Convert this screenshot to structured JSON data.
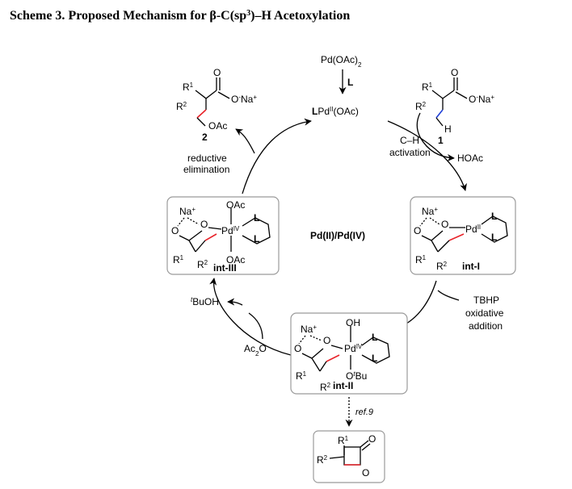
{
  "title": {
    "prefix": "Scheme 3.",
    "text": "Proposed Mechanism for β-C(sp",
    "sup": "3",
    "suffix": ")–H Acetoxylation"
  },
  "center_label": "Pd(II)/Pd(IV)",
  "catalyst": {
    "precursor": "Pd(OAc)",
    "precursor_sub": "2",
    "ligand_label": "L",
    "active_L": "L",
    "active_pd": "Pd",
    "active_ox": "II",
    "active_rest": "(OAc)"
  },
  "substrate": {
    "number": "1",
    "r1": "R",
    "r1n": "1",
    "r2": "R",
    "r2n": "2",
    "o": "O",
    "ona": "O",
    "na": "Na",
    "plus": "+",
    "h": "H",
    "minus": "-"
  },
  "product": {
    "number": "2",
    "r1": "R",
    "r1n": "1",
    "r2": "R",
    "r2n": "2",
    "o": "O",
    "ona": "O",
    "na": "Na",
    "plus": "+",
    "oac": "OAc",
    "minus": "-"
  },
  "steps": {
    "ch_activation": "C–H",
    "ch_activation2": "activation",
    "hoac": "HOAc",
    "tbhp": "TBHP",
    "oxidative": "oxidative",
    "addition": "addition",
    "ac2o": "Ac",
    "ac2o_sub": "2",
    "ac2o_o": "O",
    "tbuoh_t": "t",
    "tbuoh": "BuOH",
    "reductive": "reductive",
    "elimination": "elimination",
    "ref": "ref.9"
  },
  "int_I": {
    "label": "int-I",
    "na": "Na",
    "plus": "+",
    "o": "O",
    "pd": "Pd",
    "ox": "II",
    "l1": "L",
    "l2": "L",
    "r1": "R",
    "r1n": "1",
    "r2": "R",
    "r2n": "2"
  },
  "int_II": {
    "label": "int-II",
    "na": "Na",
    "plus": "+",
    "o": "O",
    "pd": "Pd",
    "ox": "IV",
    "oh": "OH",
    "otbu_o": "O",
    "otbu_t": "t",
    "otbu_bu": "Bu",
    "l1": "L",
    "l2": "L",
    "r1": "R",
    "r1n": "1",
    "r2": "R",
    "r2n": "2"
  },
  "int_III": {
    "label": "int-III",
    "na": "Na",
    "plus": "+",
    "o": "O",
    "pd": "Pd",
    "ox": "IV",
    "oac_top": "OAc",
    "oac_bot": "OAc",
    "l1": "L",
    "l2": "L",
    "r1": "R",
    "r1n": "1",
    "r2": "R",
    "r2n": "2"
  },
  "lactone": {
    "r1": "R",
    "r1n": "1",
    "r2": "R",
    "r2n": "2",
    "o1": "O",
    "o2": "O"
  }
}
